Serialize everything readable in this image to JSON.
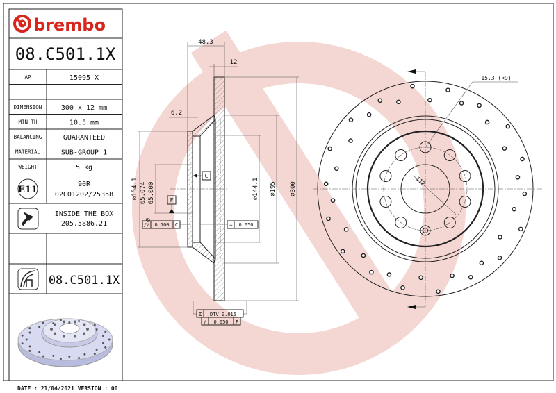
{
  "brand": {
    "name": "brembo",
    "color": "#d9261c"
  },
  "watermark_color": "#f4d6d2",
  "part_number": "08.C501.1X",
  "spec_table": [
    {
      "label": "AP",
      "value": "15095 X"
    },
    {
      "label": "",
      "value": ""
    },
    {
      "label": "DIMENSION",
      "value": "300 x 12 mm"
    },
    {
      "label": "MIN TH",
      "value": "10.5 mm"
    },
    {
      "label": "BALANCING",
      "value": "GUARANTEED"
    },
    {
      "label": "MATERIAL",
      "value": "SUB-GROUP 1"
    },
    {
      "label": "WEIGHT",
      "value": "5 kg"
    }
  ],
  "homologation": {
    "mark": "E11",
    "line1": "90R",
    "line2": "02C01202/25358"
  },
  "screw": {
    "icon": "screw-icon",
    "line1": "INSIDE THE BOX",
    "line2": "205.5886.21"
  },
  "bottom_part_number": "08.C501.1X",
  "footer": "DATE : 21/04/2021 VERSION : 00",
  "section_view": {
    "dim_overall_width": "48.3",
    "dim_thickness": "12",
    "dim_hat_thickness": "6.2",
    "dim_d154": "⌀154.1",
    "dim_bore_max": "65.074",
    "dim_bore_min": "65.000",
    "dim_bore_prefix": "⌀",
    "dim_d144": "⌀144.1",
    "dim_d195": "⌀195",
    "dim_d300": "⌀300",
    "datum_c": "C",
    "datum_f": "F",
    "tol_parallel": {
      "symbol": "//",
      "value": "0.100",
      "datum": "C"
    },
    "tol_flatness": {
      "symbol": "▱",
      "value": "0.050"
    },
    "tol_dtv": {
      "symbol": "⌶",
      "value": "DTV 0.015"
    },
    "tol_runout": {
      "symbol": "/",
      "value": "0.050",
      "datum": "F"
    }
  },
  "front_view": {
    "bolt_hole_label": "15.3 (×9)",
    "pcd_label": "112"
  }
}
